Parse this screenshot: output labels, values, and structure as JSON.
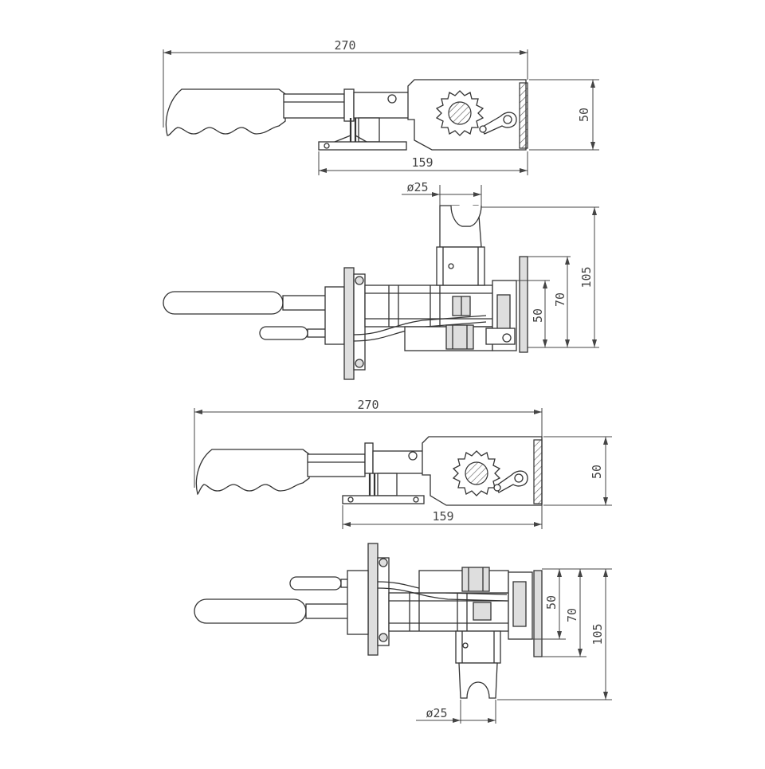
{
  "views": [
    {
      "id": "view-1",
      "dimensions": {
        "overall_length": "270",
        "mount_length": "159",
        "height": "50"
      }
    },
    {
      "id": "view-2",
      "dimensions": {
        "diameter": "ø25",
        "height_small": "50",
        "height_mid": "70",
        "height_large": "105"
      }
    },
    {
      "id": "view-3",
      "dimensions": {
        "overall_length": "270",
        "mount_length": "159",
        "height": "50"
      }
    },
    {
      "id": "view-4",
      "dimensions": {
        "diameter": "ø25",
        "height_small": "50",
        "height_mid": "70",
        "height_large": "105"
      }
    }
  ],
  "colors": {
    "line": "#333333",
    "background": "#ffffff"
  }
}
